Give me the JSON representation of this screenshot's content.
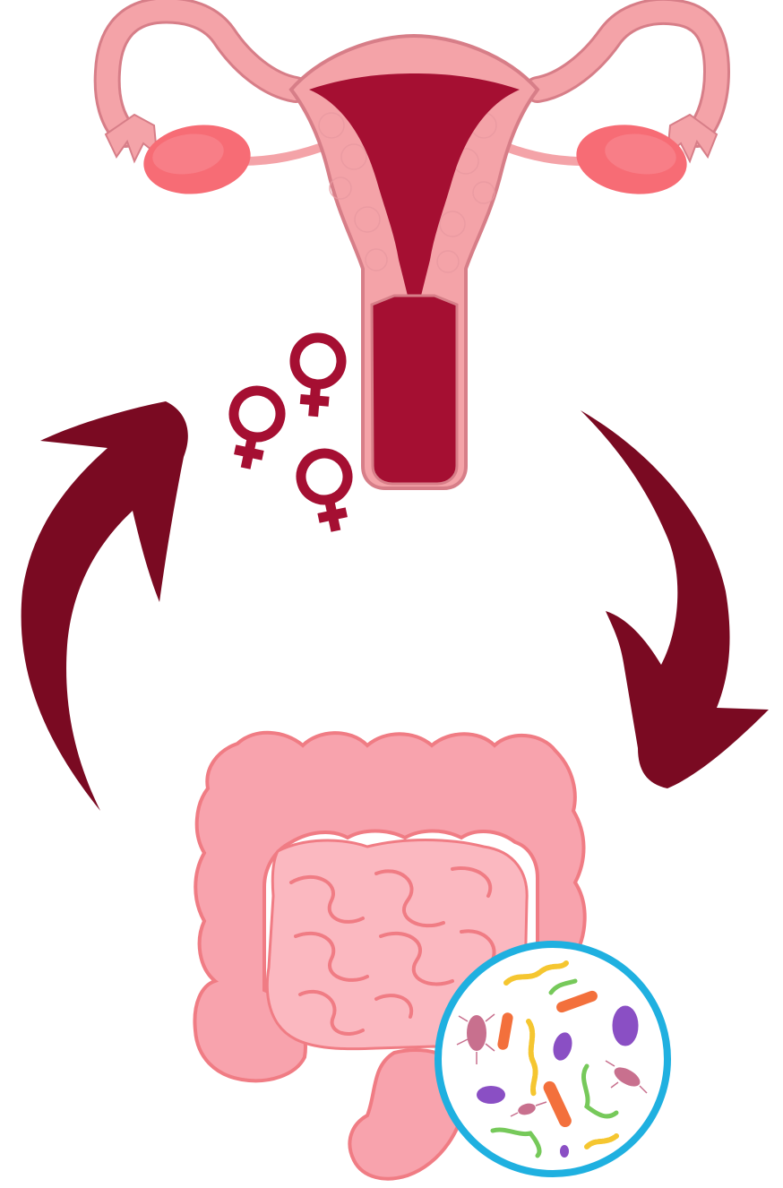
{
  "diagram": {
    "nodes": [
      {
        "id": "uterus",
        "icon": "uterus-icon"
      },
      {
        "id": "female-symbols",
        "icon": "female-symbol-icon",
        "count": 3
      },
      {
        "id": "intestines",
        "icon": "intestines-icon"
      },
      {
        "id": "gut-microbiota",
        "icon": "bacteria-magnifier-icon"
      }
    ],
    "edges": [
      {
        "from": "uterus",
        "to": "intestines",
        "icon": "curved-arrow-down-icon"
      },
      {
        "from": "intestines",
        "to": "uterus",
        "icon": "curved-arrow-up-icon"
      }
    ]
  },
  "colors": {
    "arrow": "#7a0a22",
    "uterus_tissue": "#f4a3a8",
    "uterus_cavity": "#a50f32",
    "ovary": "#f76c75",
    "female_symbol": "#a50f32",
    "intestine": "#f8a3ad",
    "intestine_inner": "#fbb8c0",
    "intestine_stroke": "#f07c84",
    "magnifier_ring": "#1fb0e0",
    "bacteria_yellow": "#f5c630",
    "bacteria_orange": "#f3703c",
    "bacteria_purple": "#8a4fc4",
    "bacteria_green": "#76c95a",
    "bacteria_mauve": "#c8708e"
  }
}
